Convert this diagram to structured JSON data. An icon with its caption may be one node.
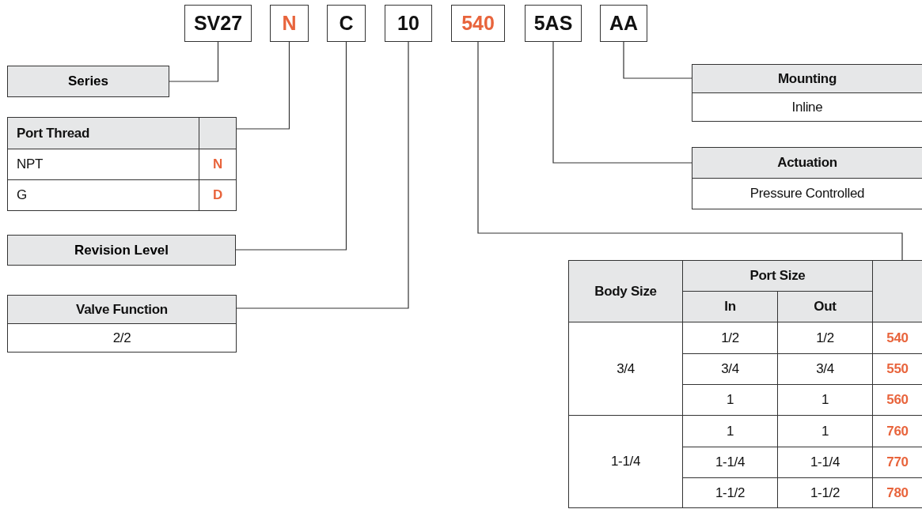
{
  "diagram": {
    "nodes": [
      {
        "text": [
          "SV27"
        ]
      },
      {
        "text": [
          "N"
        ]
      },
      {
        "text": [
          "C"
        ]
      },
      {
        "text": [
          "10"
        ]
      },
      {
        "text": [
          "540"
        ]
      },
      {
        "text": [
          "5AS"
        ]
      },
      {
        "text": [
          "AA"
        ]
      },
      {
        "text": [
          "Series"
        ]
      },
      {
        "text": [
          "Port Thread",
          "NPT",
          "N",
          "G",
          "D"
        ]
      },
      {
        "text": [
          "Revision Level"
        ]
      },
      {
        "text": [
          "Valve Function",
          "2/2"
        ]
      },
      {
        "text": [
          "Mounting",
          "Inline"
        ]
      },
      {
        "text": [
          "Actuation",
          "Pressure Controlled"
        ]
      },
      {
        "text": [
          "Body Size",
          "Port Size",
          "In",
          "Out",
          "3/4",
          "1/2",
          "1/2",
          "540",
          "3/4",
          "3/4",
          "550",
          "1",
          "1",
          "560",
          "1-1/4",
          "1",
          "1",
          "760",
          "1-1/4",
          "1-1/4",
          "770",
          "1-1/2",
          "1-1/2",
          "780"
        ]
      }
    ],
    "edges": [
      {
        "from": 0,
        "to": 7,
        "arrow": "none"
      },
      {
        "from": 1,
        "to": 8,
        "arrow": "none"
      },
      {
        "from": 2,
        "to": 9,
        "arrow": "none"
      },
      {
        "from": 3,
        "to": 10,
        "arrow": "none"
      },
      {
        "from": 4,
        "to": 13,
        "arrow": "none"
      },
      {
        "from": 5,
        "to": 12,
        "arrow": "none"
      },
      {
        "from": 6,
        "to": 11,
        "arrow": "none"
      }
    ]
  }
}
